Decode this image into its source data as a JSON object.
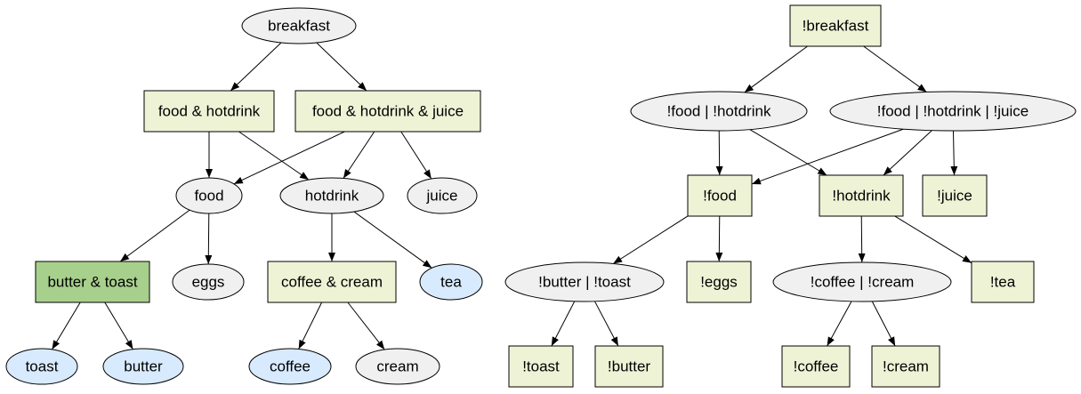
{
  "colors": {
    "ellipse_gray": "#f0f0f0",
    "box_beige": "#eff3d6",
    "box_green": "#a8d08d",
    "ellipse_blue": "#d8eafd",
    "stroke": "#000000"
  },
  "trees": [
    {
      "nodes": [
        {
          "id": "breakfast",
          "label": "breakfast",
          "shape": "ellipse",
          "fill": "gray"
        },
        {
          "id": "food_hot",
          "label": "food & hotdrink",
          "shape": "box",
          "fill": "beige"
        },
        {
          "id": "food_hot_juice",
          "label": "food & hotdrink & juice",
          "shape": "box",
          "fill": "beige"
        },
        {
          "id": "food",
          "label": "food",
          "shape": "ellipse",
          "fill": "gray"
        },
        {
          "id": "hotdrink",
          "label": "hotdrink",
          "shape": "ellipse",
          "fill": "gray"
        },
        {
          "id": "juice",
          "label": "juice",
          "shape": "ellipse",
          "fill": "gray"
        },
        {
          "id": "butter_toast",
          "label": "butter & toast",
          "shape": "box",
          "fill": "green"
        },
        {
          "id": "eggs",
          "label": "eggs",
          "shape": "ellipse",
          "fill": "gray"
        },
        {
          "id": "coffee_cream",
          "label": "coffee & cream",
          "shape": "box",
          "fill": "beige"
        },
        {
          "id": "tea",
          "label": "tea",
          "shape": "ellipse",
          "fill": "blue"
        },
        {
          "id": "toast",
          "label": "toast",
          "shape": "ellipse",
          "fill": "blue"
        },
        {
          "id": "butter",
          "label": "butter",
          "shape": "ellipse",
          "fill": "blue"
        },
        {
          "id": "coffee",
          "label": "coffee",
          "shape": "ellipse",
          "fill": "blue"
        },
        {
          "id": "cream",
          "label": "cream",
          "shape": "ellipse",
          "fill": "gray"
        }
      ],
      "edges": [
        [
          "breakfast",
          "food_hot"
        ],
        [
          "breakfast",
          "food_hot_juice"
        ],
        [
          "food_hot",
          "food"
        ],
        [
          "food_hot",
          "hotdrink"
        ],
        [
          "food_hot_juice",
          "food"
        ],
        [
          "food_hot_juice",
          "hotdrink"
        ],
        [
          "food_hot_juice",
          "juice"
        ],
        [
          "food",
          "butter_toast"
        ],
        [
          "food",
          "eggs"
        ],
        [
          "hotdrink",
          "coffee_cream"
        ],
        [
          "hotdrink",
          "tea"
        ],
        [
          "butter_toast",
          "toast"
        ],
        [
          "butter_toast",
          "butter"
        ],
        [
          "coffee_cream",
          "coffee"
        ],
        [
          "coffee_cream",
          "cream"
        ]
      ]
    },
    {
      "nodes": [
        {
          "id": "n_breakfast",
          "label": "!breakfast",
          "shape": "box",
          "fill": "beige"
        },
        {
          "id": "n_food_hot",
          "label": "!food | !hotdrink",
          "shape": "ellipse",
          "fill": "gray"
        },
        {
          "id": "n_food_hot_juice",
          "label": "!food | !hotdrink | !juice",
          "shape": "ellipse",
          "fill": "gray"
        },
        {
          "id": "n_food",
          "label": "!food",
          "shape": "box",
          "fill": "beige"
        },
        {
          "id": "n_hotdrink",
          "label": "!hotdrink",
          "shape": "box",
          "fill": "beige"
        },
        {
          "id": "n_juice",
          "label": "!juice",
          "shape": "box",
          "fill": "beige"
        },
        {
          "id": "n_butter_toast",
          "label": "!butter | !toast",
          "shape": "ellipse",
          "fill": "gray"
        },
        {
          "id": "n_eggs",
          "label": "!eggs",
          "shape": "box",
          "fill": "beige"
        },
        {
          "id": "n_coffee_cream",
          "label": "!coffee | !cream",
          "shape": "ellipse",
          "fill": "gray"
        },
        {
          "id": "n_tea",
          "label": "!tea",
          "shape": "box",
          "fill": "beige"
        },
        {
          "id": "n_toast",
          "label": "!toast",
          "shape": "box",
          "fill": "beige"
        },
        {
          "id": "n_butter",
          "label": "!butter",
          "shape": "box",
          "fill": "beige"
        },
        {
          "id": "n_coffee",
          "label": "!coffee",
          "shape": "box",
          "fill": "beige"
        },
        {
          "id": "n_cream",
          "label": "!cream",
          "shape": "box",
          "fill": "beige"
        }
      ],
      "edges": [
        [
          "n_breakfast",
          "n_food_hot"
        ],
        [
          "n_breakfast",
          "n_food_hot_juice"
        ],
        [
          "n_food_hot",
          "n_food"
        ],
        [
          "n_food_hot",
          "n_hotdrink"
        ],
        [
          "n_food_hot_juice",
          "n_food"
        ],
        [
          "n_food_hot_juice",
          "n_hotdrink"
        ],
        [
          "n_food_hot_juice",
          "n_juice"
        ],
        [
          "n_food",
          "n_butter_toast"
        ],
        [
          "n_food",
          "n_eggs"
        ],
        [
          "n_hotdrink",
          "n_coffee_cream"
        ],
        [
          "n_hotdrink",
          "n_tea"
        ],
        [
          "n_butter_toast",
          "n_toast"
        ],
        [
          "n_butter_toast",
          "n_butter"
        ],
        [
          "n_coffee_cream",
          "n_coffee"
        ],
        [
          "n_coffee_cream",
          "n_cream"
        ]
      ]
    }
  ]
}
